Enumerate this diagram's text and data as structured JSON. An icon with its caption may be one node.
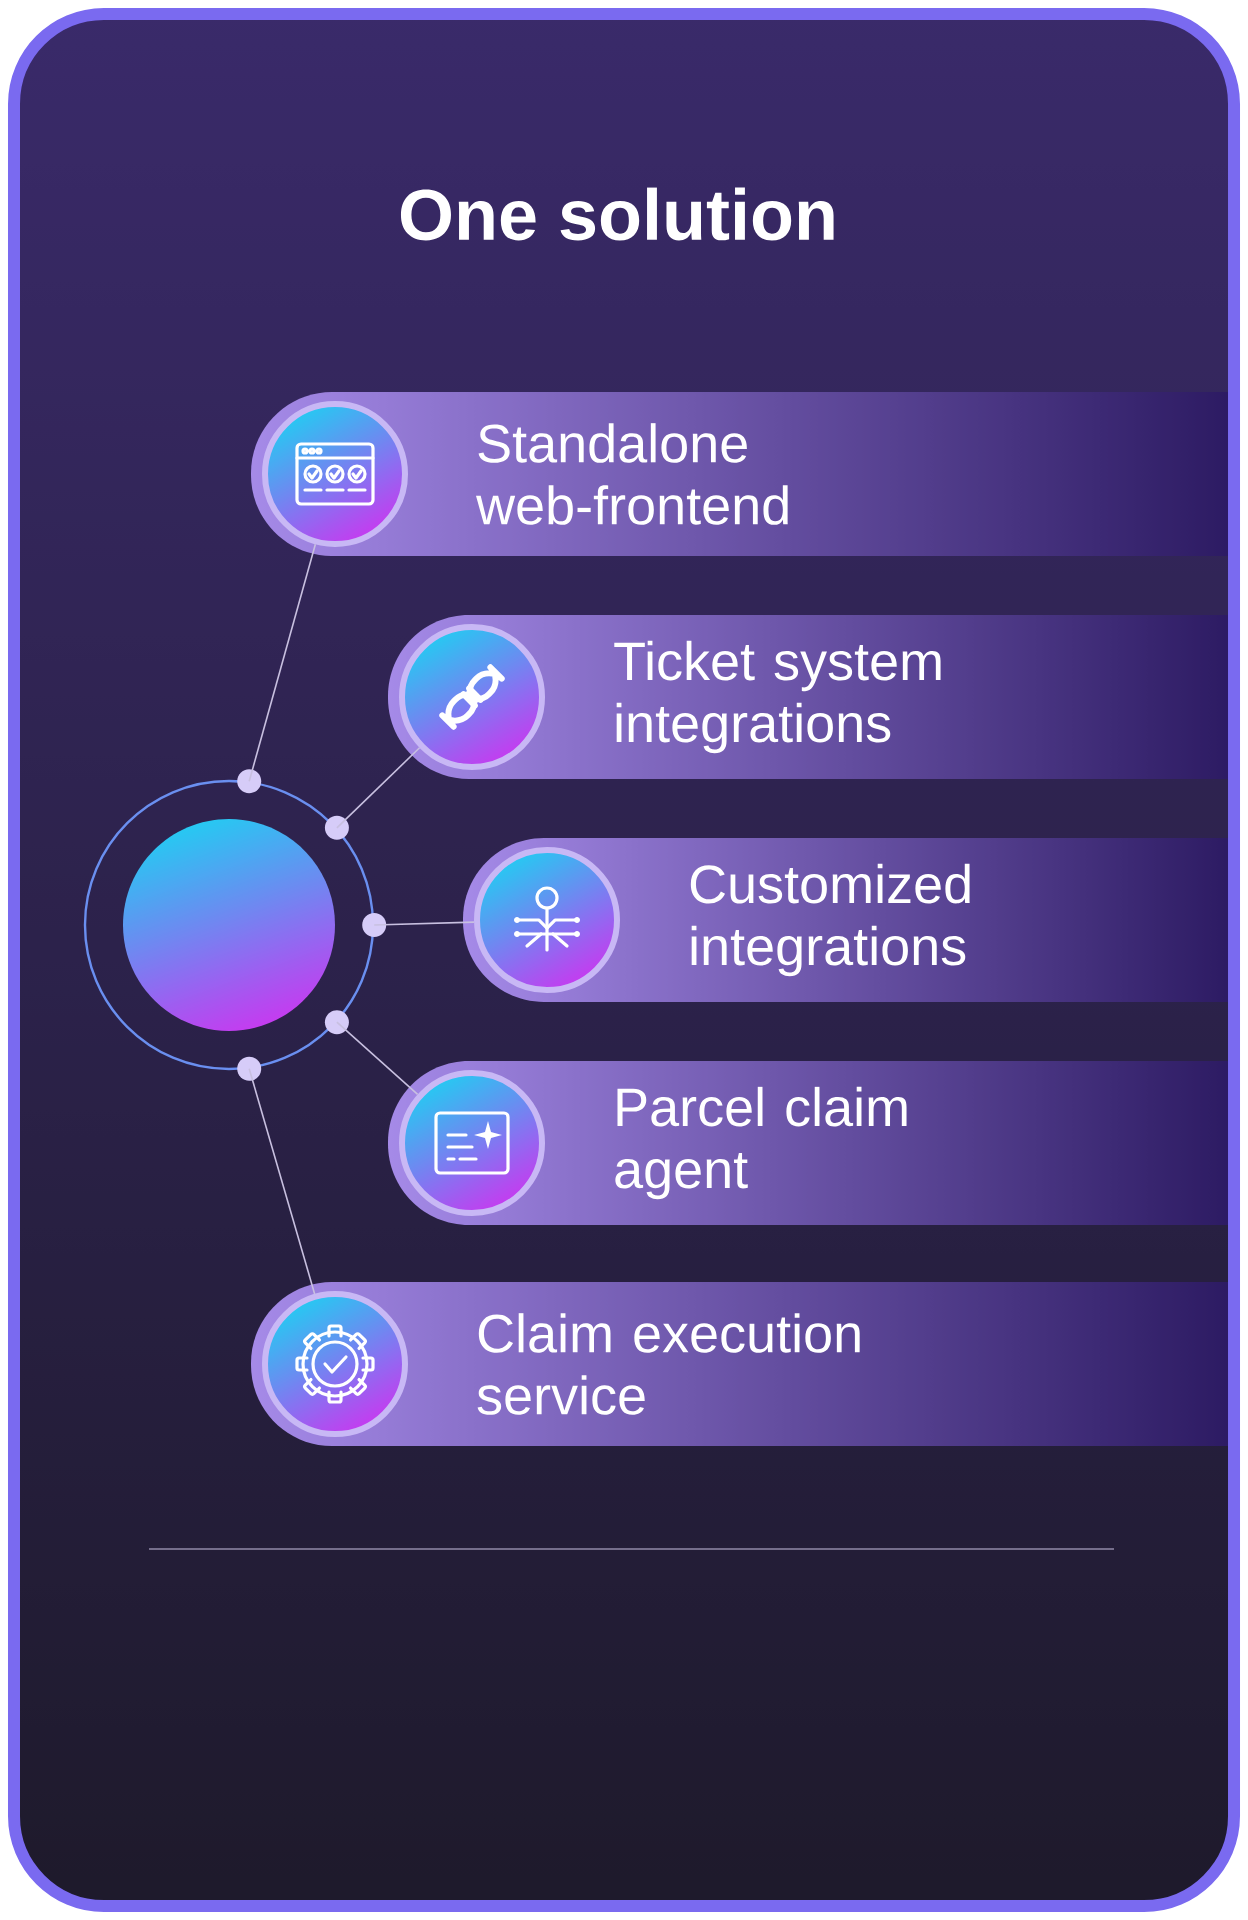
{
  "diagram": {
    "title": "One solution",
    "nodes": [
      {
        "text": [],
        "shape": "circle"
      },
      {
        "text": [
          "Standalone web-frontend"
        ]
      },
      {
        "text": [
          "Ticket system integrations"
        ]
      },
      {
        "text": [
          "Customized integrations"
        ]
      },
      {
        "text": [
          "Parcel claim agent"
        ]
      },
      {
        "text": [
          "Claim execution service"
        ]
      }
    ],
    "edges": [
      {
        "from": 0,
        "to": 1,
        "arrow": "none"
      },
      {
        "from": 0,
        "to": 2,
        "arrow": "none"
      },
      {
        "from": 0,
        "to": 3,
        "arrow": "none"
      },
      {
        "from": 0,
        "to": 4,
        "arrow": "none"
      },
      {
        "from": 0,
        "to": 5,
        "arrow": "none"
      }
    ]
  }
}
